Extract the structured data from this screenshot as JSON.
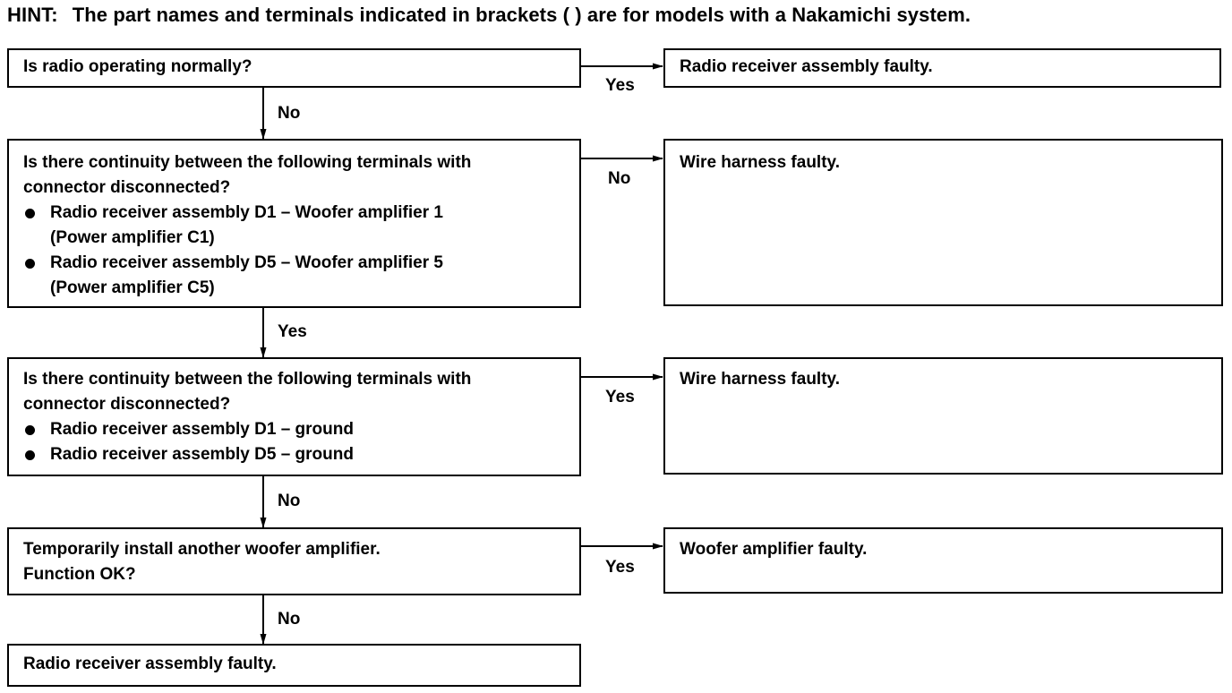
{
  "hint": {
    "label": "HINT:",
    "text": "The part names and terminals indicated in brackets (    ) are for models with a Nakamichi system."
  },
  "steps": [
    {
      "question": [
        "Is radio operating normally?"
      ],
      "branch_label": "Yes",
      "result": "Radio receiver assembly faulty.",
      "next_label": "No"
    },
    {
      "question": [
        "Is there continuity between the following terminals with",
        "connector disconnected?"
      ],
      "bullets": [
        {
          "text": "Radio receiver assembly D1 – Woofer amplifier 1",
          "sub": "(Power amplifier C1)"
        },
        {
          "text": "Radio receiver assembly D5 – Woofer amplifier 5",
          "sub": "(Power amplifier C5)"
        }
      ],
      "branch_label": "No",
      "result": "Wire harness faulty.",
      "next_label": "Yes"
    },
    {
      "question": [
        "Is there continuity between the following terminals with",
        "connector disconnected?"
      ],
      "bullets": [
        {
          "text": "Radio receiver assembly D1 – ground"
        },
        {
          "text": "Radio receiver assembly D5 – ground"
        }
      ],
      "branch_label": "Yes",
      "result": "Wire harness faulty.",
      "next_label": "No"
    },
    {
      "question": [
        "Temporarily install another woofer amplifier.",
        "Function OK?"
      ],
      "branch_label": "Yes",
      "result": "Woofer amplifier faulty.",
      "next_label": "No"
    }
  ],
  "final": "Radio receiver assembly faulty."
}
